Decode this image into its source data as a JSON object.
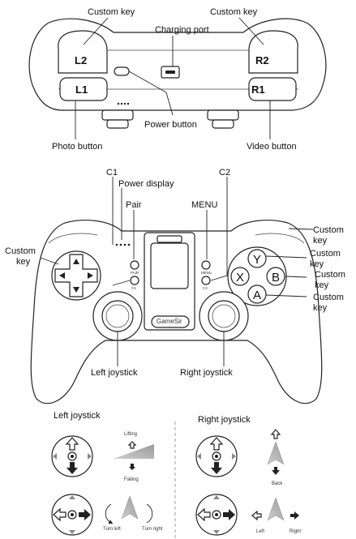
{
  "top_view": {
    "custom_key_left": "Custom key",
    "custom_key_right": "Custom key",
    "charging_port": "Charging port",
    "power_button": "Power button",
    "photo_button": "Photo button",
    "video_button": "Video button",
    "keys": {
      "l2": "L2",
      "r2": "R2",
      "l1": "L1",
      "r1": "R1"
    }
  },
  "front_view": {
    "c1": "C1",
    "c2": "C2",
    "power_display": "Power display",
    "pair": "Pair",
    "menu": "MENU",
    "custom_key_left": "Custom\nkey",
    "custom_key_r1": "Custom\nkey",
    "custom_key_r2": "Custom\nkey",
    "custom_key_r3": "Custom\nkey",
    "custom_key_r4": "Custom\nkey",
    "left_joystick": "Left joystick",
    "right_joystick": "Right joystick",
    "brand": "GameSir",
    "pair_btn_text": "PAIR",
    "c1_btn_text": "C1",
    "menu_btn_text": "MENU",
    "c2_btn_text": "C2",
    "face_buttons": {
      "y": "Y",
      "x": "X",
      "b": "B",
      "a": "A"
    }
  },
  "joystick_guide": {
    "left_title": "Left joystick",
    "right_title": "Right joystick",
    "lifting": "Lifting",
    "falling": "Falling",
    "back": "Back",
    "turn_left": "Turn left",
    "turn_right": "Turn right",
    "left": "Left",
    "right": "Right"
  }
}
